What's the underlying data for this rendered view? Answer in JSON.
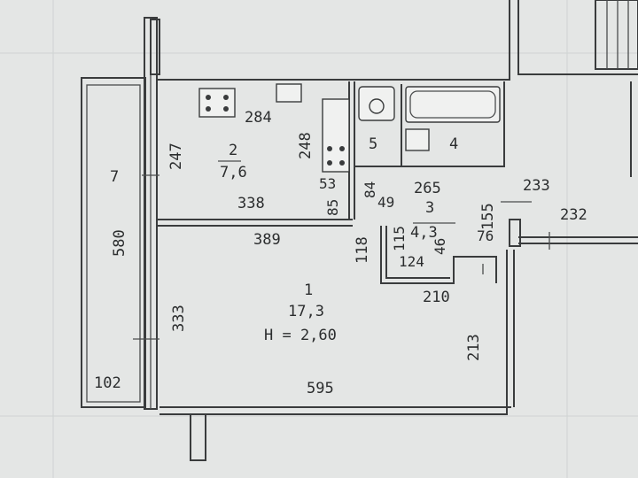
{
  "rooms": {
    "room1": {
      "number": "1",
      "area": "17,3",
      "height": "H = 2,60"
    },
    "room2": {
      "number": "2",
      "area": "7,6"
    },
    "room3": {
      "number": "3",
      "area": "4,3"
    },
    "room4": {
      "number": "4"
    },
    "room5": {
      "number": "5"
    },
    "balcony": {
      "number": "7"
    }
  },
  "dimensions": {
    "d284": "284",
    "d247": "247",
    "d248": "248",
    "d338": "338",
    "d580": "580",
    "d389": "389",
    "d333": "333",
    "d102": "102",
    "d595": "595",
    "d213": "213",
    "d210": "210",
    "d118": "118",
    "d115": "115",
    "d124": "124",
    "d46": "46",
    "d76": "76",
    "d155": "155",
    "d233": "233",
    "d232": "232",
    "d265": "265",
    "d53": "53",
    "d84": "84",
    "d85": "85",
    "d49": "49"
  }
}
